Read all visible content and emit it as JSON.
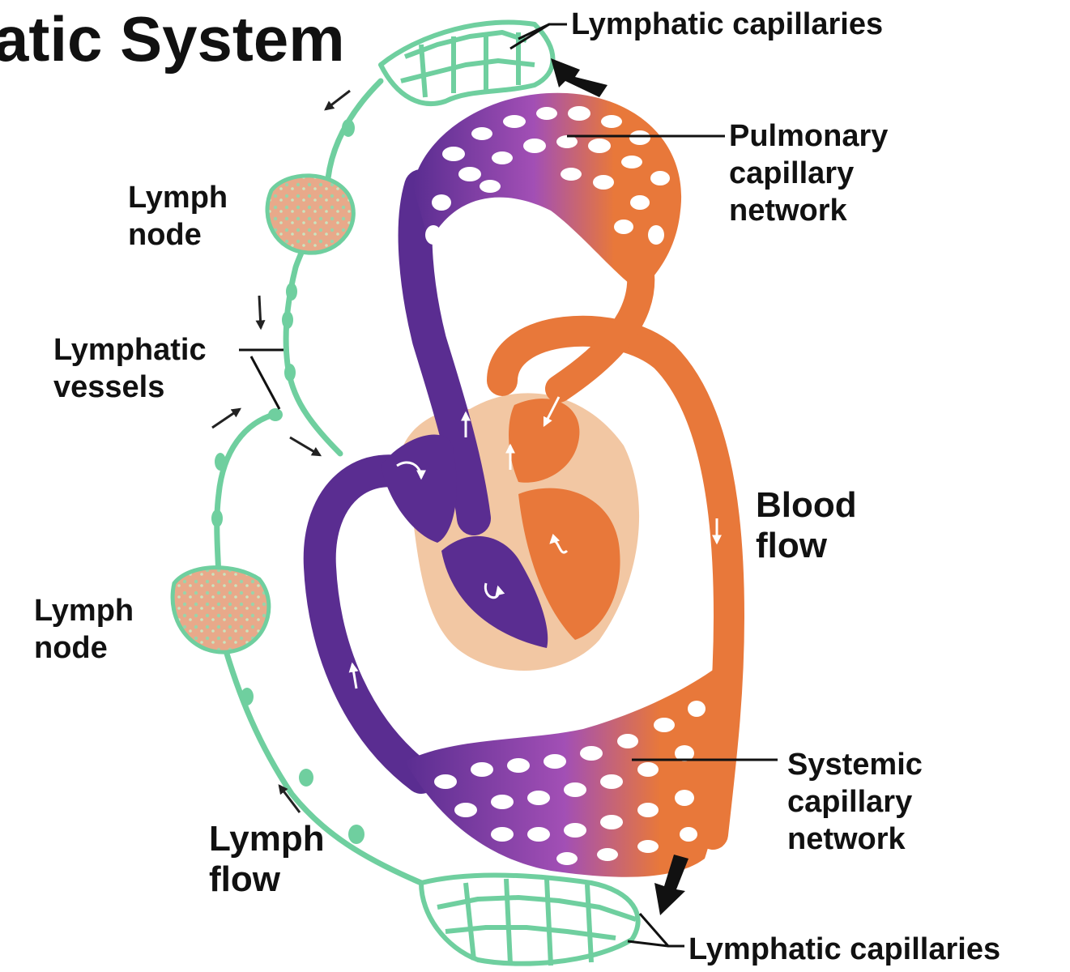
{
  "title": "atic System",
  "labels": {
    "lymphatic_capillaries_top": "Lymphatic capillaries",
    "pulmonary": [
      "Pulmonary",
      "capillary",
      "network"
    ],
    "lymph_node_upper": [
      "Lymph",
      "node"
    ],
    "lymphatic_vessels": [
      "Lymphatic",
      "vessels"
    ],
    "blood_flow": [
      "Blood",
      "flow"
    ],
    "lymph_node_lower": [
      "Lymph",
      "node"
    ],
    "systemic": [
      "Systemic",
      "capillary",
      "network"
    ],
    "lymph_flow": [
      "Lymph",
      "flow"
    ],
    "lymphatic_capillaries_bottom": "Lymphatic capillaries"
  },
  "colors": {
    "lymph": "#6fcf9f",
    "lymph_node": "#e8a98a",
    "deoxygenated": "#5a2d91",
    "capillary_mix": "#a24fb5",
    "oxygenated": "#e8783a",
    "heart_tissue": "#f2c7a3",
    "text": "#111111"
  },
  "icons": [
    "flow-arrow-icon",
    "large-flow-arrow-icon"
  ]
}
